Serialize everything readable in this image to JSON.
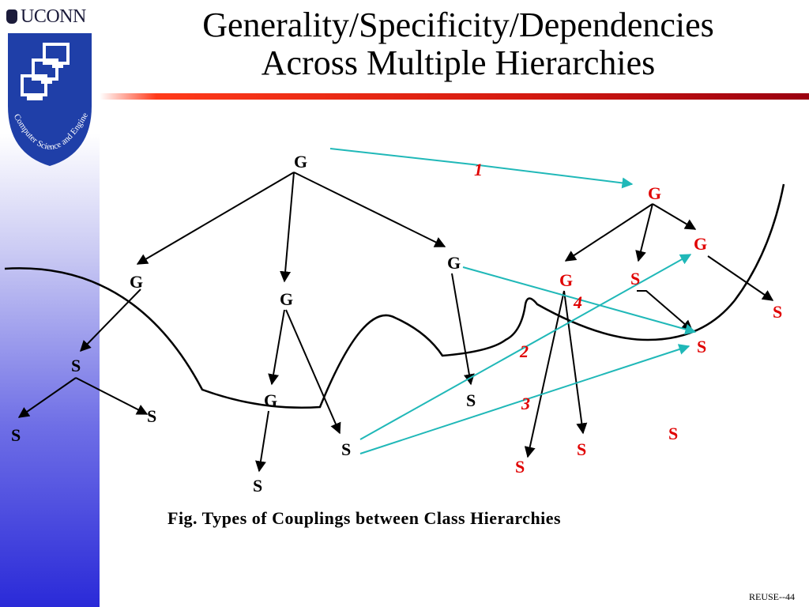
{
  "header": {
    "title_line1": "Generality/Specificity/Dependencies",
    "title_line2": "Across Multiple Hierarchies",
    "logo_text": "UCONN",
    "dept_text": "Computer Science and Engineering"
  },
  "diagram": {
    "black_nodes": [
      {
        "id": "g_root",
        "label": "G"
      },
      {
        "id": "g_left",
        "label": "G"
      },
      {
        "id": "g_mid",
        "label": "G"
      },
      {
        "id": "g_right",
        "label": "G"
      },
      {
        "id": "s_left",
        "label": "S"
      },
      {
        "id": "s_ll",
        "label": "S"
      },
      {
        "id": "s_lr",
        "label": "S"
      },
      {
        "id": "g_midlow",
        "label": "G"
      },
      {
        "id": "s_midlow",
        "label": "S"
      },
      {
        "id": "s_mid",
        "label": "S"
      },
      {
        "id": "s_right",
        "label": "S"
      }
    ],
    "red_nodes": [
      {
        "id": "rg_top",
        "label": "G"
      },
      {
        "id": "rg_r",
        "label": "G"
      },
      {
        "id": "rg_l",
        "label": "G"
      },
      {
        "id": "rs_mid",
        "label": "S"
      },
      {
        "id": "rs_far",
        "label": "S"
      },
      {
        "id": "rs_target",
        "label": "S"
      },
      {
        "id": "rs_lone",
        "label": "S"
      },
      {
        "id": "rs_bl",
        "label": "S"
      },
      {
        "id": "rs_br",
        "label": "S"
      }
    ],
    "coupling_labels": [
      "1",
      "2",
      "3",
      "4"
    ]
  },
  "caption": "Fig. Types of Couplings between Class Hierarchies",
  "footer": "REUSE--44",
  "colors": {
    "coupling": "#20b8b8",
    "red_node": "#e00000",
    "rule": "#d41a10"
  }
}
